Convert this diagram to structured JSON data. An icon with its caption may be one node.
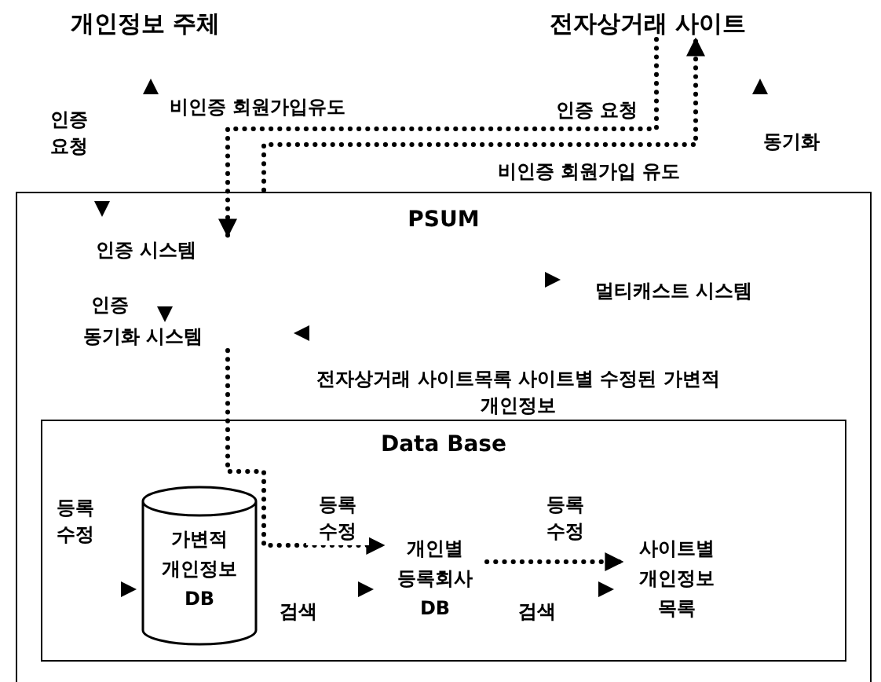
{
  "diagram": {
    "nodes": [
      {
        "text": [
          "개인정보 주체"
        ]
      },
      {
        "text": [
          "전자상거래 사이트"
        ]
      },
      {
        "text": [
          "PSUM"
        ]
      },
      {
        "text": [
          "인증 시스템"
        ],
        "in": 2
      },
      {
        "text": [
          "멀티캐스트 시스템"
        ],
        "in": 2
      },
      {
        "text": [
          "동기화 시스템"
        ],
        "in": 2
      },
      {
        "text": [
          "Data Base"
        ],
        "in": 2
      },
      {
        "text": [
          "가변적 개인정보 DB"
        ],
        "in": 6
      },
      {
        "text": [
          "개인별 등록회사 DB"
        ],
        "in": 6
      },
      {
        "text": [
          "사이트별 개인정보 목록"
        ],
        "in": 6
      }
    ],
    "edges": [
      {
        "from": 1,
        "to": 3,
        "arrow": "to",
        "style": "dashed",
        "label": "인증 요청"
      },
      {
        "from": 2,
        "to": 1,
        "arrow": "to",
        "style": "dashed",
        "label": "비인증 회원가입 유도"
      },
      {
        "from": 5,
        "to": 8,
        "arrow": "to",
        "style": "dashed",
        "label": "등록 수정"
      },
      {
        "from": 8,
        "to": 9,
        "arrow": "to",
        "style": "dashed",
        "label": "등록 수정"
      }
    ],
    "labels": [
      "비인증 회원가입유도",
      "인증 요청",
      "동기화",
      "인증",
      "전자상거래 사이트목록 사이트별 수정된 가변적 개인정보",
      "등록 수정",
      "검색",
      "검색"
    ]
  }
}
